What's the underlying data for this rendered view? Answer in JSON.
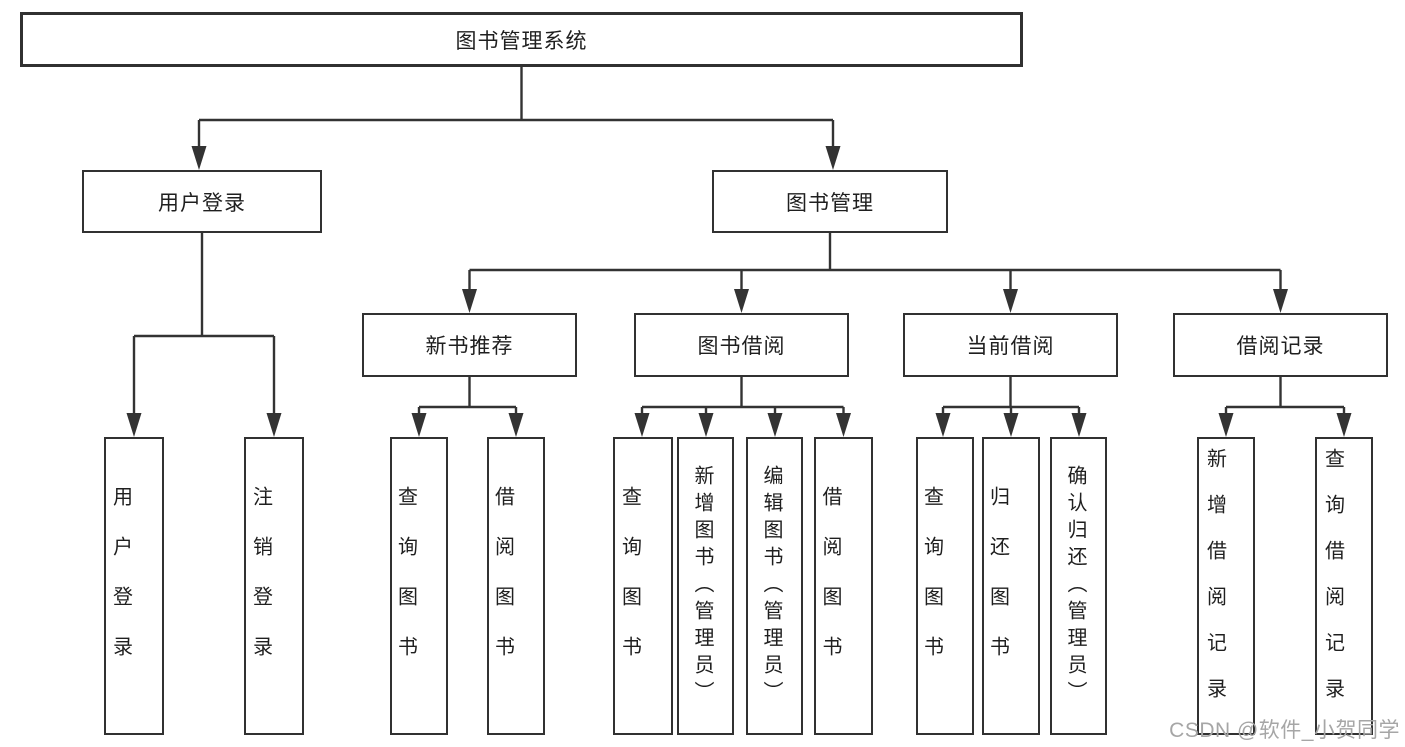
{
  "diagram": {
    "root_label": "图书管理系统",
    "user_login": {
      "label": "用户登录",
      "children": [
        "用户登录",
        "注销登录"
      ]
    },
    "book_management": {
      "label": "图书管理",
      "groups": [
        {
          "label": "新书推荐",
          "children": [
            "查询图书",
            "借阅图书"
          ]
        },
        {
          "label": "图书借阅",
          "children": [
            "查询图书",
            "新增图书（管理员）",
            "编辑图书（管理员）",
            "借阅图书"
          ]
        },
        {
          "label": "当前借阅",
          "children": [
            "查询图书",
            "归还图书",
            "确认归还（管理员）"
          ]
        },
        {
          "label": "借阅记录",
          "children": [
            "新增借阅记录",
            "查询借阅记录"
          ]
        }
      ]
    }
  },
  "watermark": {
    "text": "CSDN @软件_小贺同学"
  },
  "colors": {
    "line": "#333333",
    "border": "#313131",
    "text": "#1f1f1f",
    "watermark": "#a6a6a6",
    "background": "#ffffff"
  }
}
